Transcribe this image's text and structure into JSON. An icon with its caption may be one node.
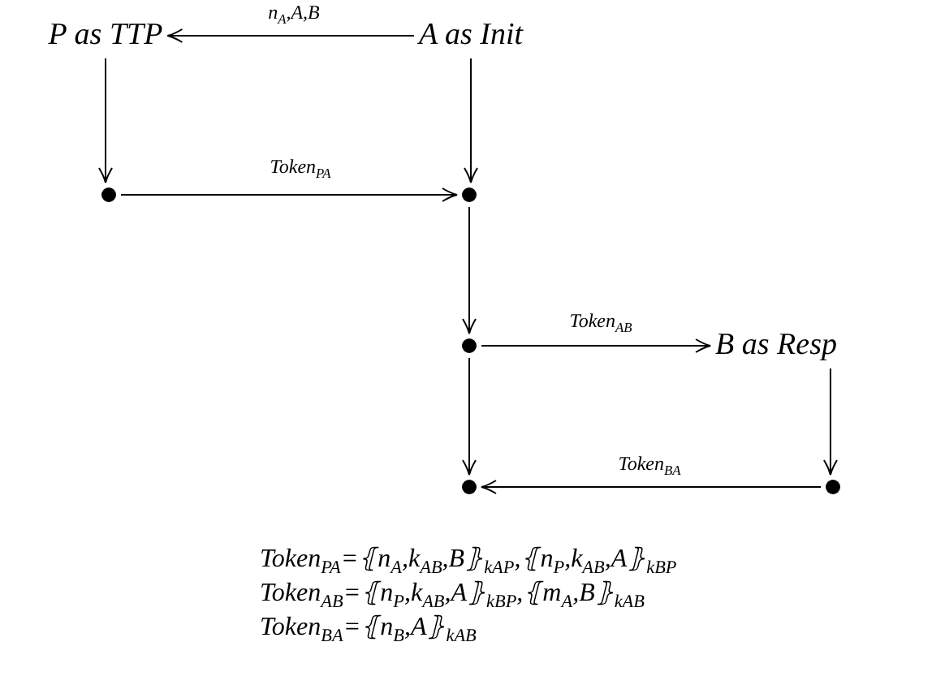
{
  "diagram": {
    "nodes": [
      {
        "text": [
          "P as TTP"
        ]
      },
      {
        "text": [
          "A as Init"
        ]
      },
      {
        "text": [],
        "shape": "circle"
      },
      {
        "text": [],
        "shape": "circle"
      },
      {
        "text": [],
        "shape": "circle"
      },
      {
        "text": [
          "B as Resp"
        ]
      },
      {
        "text": [],
        "shape": "circle"
      },
      {
        "text": [],
        "shape": "circle"
      }
    ],
    "edges": [
      {
        "from": 1,
        "to": 0,
        "arrow": "to",
        "label": "n$_{A}$,A,B"
      },
      {
        "from": 0,
        "to": 2,
        "arrow": "to"
      },
      {
        "from": 1,
        "to": 3,
        "arrow": "to"
      },
      {
        "from": 2,
        "to": 3,
        "arrow": "to",
        "label": "Token$_{PA}$"
      },
      {
        "from": 3,
        "to": 4,
        "arrow": "to"
      },
      {
        "from": 4,
        "to": 5,
        "arrow": "to",
        "label": "Token$_{AB}$"
      },
      {
        "from": 4,
        "to": 6,
        "arrow": "to"
      },
      {
        "from": 5,
        "to": 7,
        "arrow": "to"
      },
      {
        "from": 7,
        "to": 6,
        "arrow": "to",
        "label": "Token$_{BA}$"
      }
    ],
    "labels": [
      "Token$_{PA}$=⦃n$_{A}$,k$_{AB}$,B⦄$_{kAP}$,⦃n$_{P}$,k$_{AB}$,A⦄$_{kBP}$",
      "Token$_{AB}$=⦃n$_{P}$,k$_{AB}$,A⦄$_{kBP}$,⦃m$_{A}$,B⦄$_{kAB}$",
      "Token$_{BA}$=⦃n$_{B}$,A⦄$_{kAB}$"
    ]
  }
}
